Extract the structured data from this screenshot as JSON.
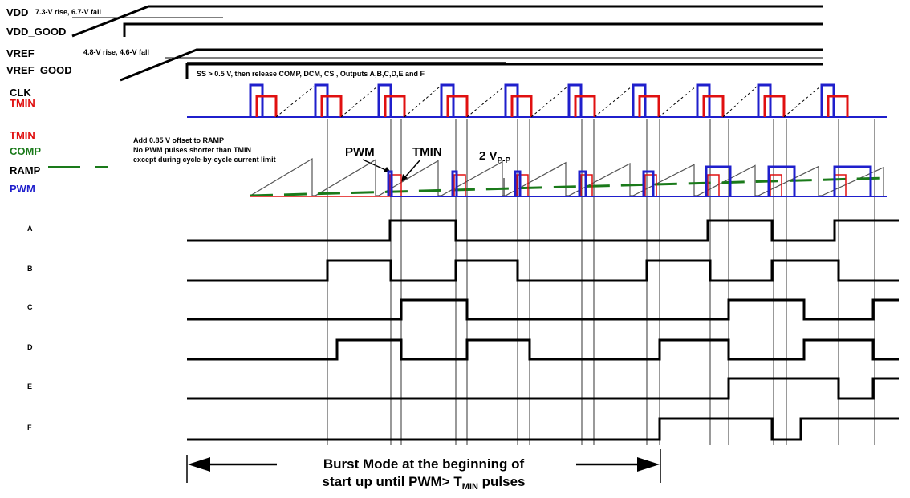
{
  "signals": {
    "vdd": "VDD",
    "vdd_note": "7.3-V rise, 6.7-V fall",
    "vdd_good": "VDD_GOOD",
    "vref": "VREF",
    "vref_note": "4.8-V rise, 4.6-V fall",
    "vref_good": "VREF_GOOD",
    "clk": "CLK",
    "tmin_top": "TMIN",
    "tmin": "TMIN",
    "comp": "COMP",
    "ramp": "RAMP",
    "pwm": "PWM",
    "outputs": [
      "A",
      "B",
      "C",
      "D",
      "E",
      "F"
    ]
  },
  "annotations": {
    "ss_note": "SS > 0.5 V, then release COMP, DCM, CS , Outputs A,B,C,D,E and F",
    "offset_note_1": "Add 0.85 V offset to RAMP",
    "offset_note_2": "No PWM pulses shorter than TMIN",
    "offset_note_3": "except during cycle-by-cycle current limit",
    "pwm_callout": "PWM",
    "tmin_callout": "TMIN",
    "vpp_main": "2 V",
    "vpp_sub": "P-P",
    "burst_line1": "Burst Mode at the beginning of",
    "burst_line2_main": "start up until PWM> T",
    "burst_line2_sub": "MIN",
    "burst_line2_end": " pulses"
  },
  "colors": {
    "clk": "#1f1fcc",
    "tmin": "#e01010",
    "comp": "#1a7a1a",
    "pwm": "#1f1fcc",
    "ramp": "#555555",
    "trace": "#000000"
  }
}
